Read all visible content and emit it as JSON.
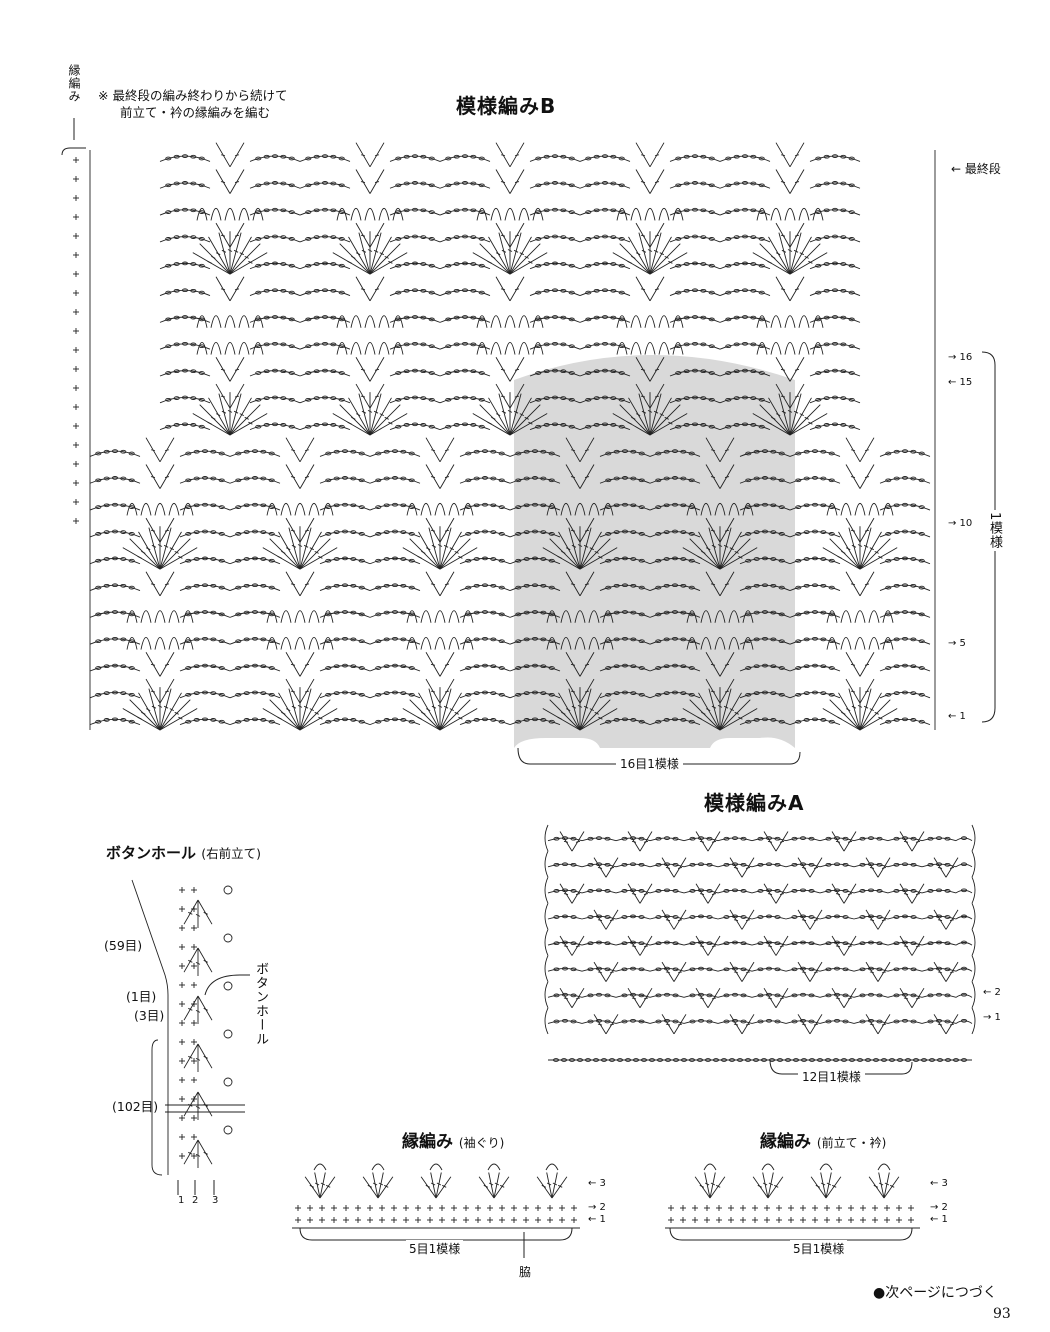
{
  "note": {
    "mark": "※",
    "line1": "最終段の編み終わりから続けて",
    "line2": "前立て・衿の縁編みを編む"
  },
  "edge_label_vertical": "縁編み",
  "pattern_b": {
    "title": "模様編みB",
    "last_row_label": "← 最終段",
    "row_labels": [
      "→ 16",
      "← 15",
      "→ 10",
      "→ 5",
      "← 1"
    ],
    "repeat_label": "1模様",
    "stitch_repeat": "16目1模様"
  },
  "pattern_a": {
    "title": "模様編みA",
    "row_labels": [
      "← 2",
      "→ 1"
    ],
    "stitch_repeat": "12目1模様"
  },
  "buttonhole": {
    "title": "ボタンホール",
    "subtitle": "(右前立て)",
    "vertical_label": "ボタンホール",
    "counts": [
      "(59目)",
      "(1目)",
      "(3目)",
      "(102目)"
    ],
    "row_numbers": [
      "1",
      "2",
      "3"
    ]
  },
  "edge_armhole": {
    "title": "縁編み",
    "subtitle": "(袖ぐり)",
    "row_labels": [
      "← 3",
      "→ 2",
      "← 1"
    ],
    "stitch_repeat": "5目1模様",
    "side_label": "脇"
  },
  "edge_front": {
    "title": "縁編み",
    "subtitle": "(前立て・衿)",
    "row_labels": [
      "← 3",
      "→ 2",
      "← 1"
    ],
    "stitch_repeat": "5目1模様"
  },
  "footer": {
    "continue": "●次ページにつづく",
    "page_number": "93"
  }
}
